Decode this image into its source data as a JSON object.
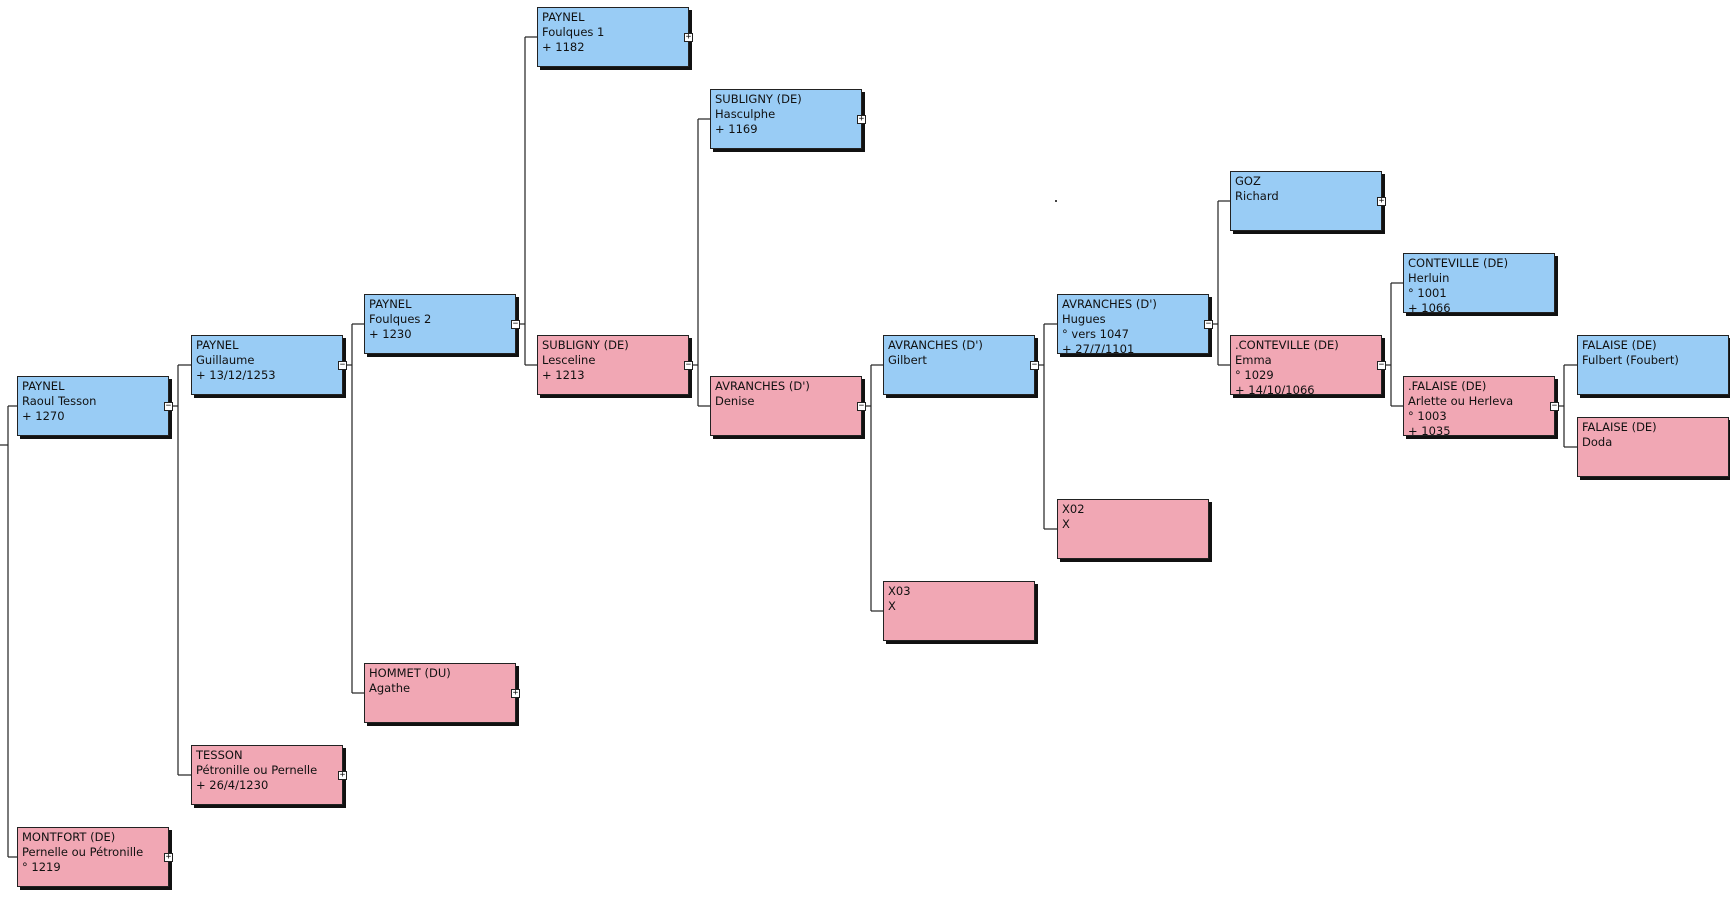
{
  "persons": [
    {
      "id": "p_raoul",
      "sex": "male",
      "lines": [
        "PAYNEL",
        "Raoul Tesson",
        "+ 1270"
      ],
      "toggle": "−"
    },
    {
      "id": "p_pernelle",
      "sex": "female",
      "lines": [
        "MONTFORT (DE)",
        "Pernelle ou Pétronille",
        "° 1219"
      ],
      "toggle": "+"
    },
    {
      "id": "p_guillaume",
      "sex": "male",
      "lines": [
        "PAYNEL",
        "Guillaume",
        "+ 13/12/1253"
      ],
      "toggle": "−"
    },
    {
      "id": "p_tesson",
      "sex": "female",
      "lines": [
        "TESSON",
        "Pétronille ou Pernelle",
        "+ 26/4/1230"
      ],
      "toggle": "+"
    },
    {
      "id": "p_foulques2",
      "sex": "male",
      "lines": [
        "PAYNEL",
        "Foulques 2",
        "+ 1230"
      ],
      "toggle": "−"
    },
    {
      "id": "p_hommet",
      "sex": "female",
      "lines": [
        "HOMMET (DU)",
        "Agathe"
      ],
      "toggle": "+"
    },
    {
      "id": "p_foulques1",
      "sex": "male",
      "lines": [
        "PAYNEL",
        "Foulques 1",
        "+ 1182"
      ],
      "toggle": "+"
    },
    {
      "id": "p_lesceline",
      "sex": "female",
      "lines": [
        "SUBLIGNY (DE)",
        "Lesceline",
        "+ 1213"
      ],
      "toggle": "−"
    },
    {
      "id": "p_hasculphe",
      "sex": "male",
      "lines": [
        "SUBLIGNY (DE)",
        "Hasculphe",
        "+ 1169"
      ],
      "toggle": "+"
    },
    {
      "id": "p_denise",
      "sex": "female",
      "lines": [
        "AVRANCHES (D')",
        "Denise"
      ],
      "toggle": "−"
    },
    {
      "id": "p_gilbert",
      "sex": "male",
      "lines": [
        "AVRANCHES (D')",
        "Gilbert"
      ],
      "toggle": "−"
    },
    {
      "id": "p_x03",
      "sex": "female",
      "lines": [
        "X03",
        "X"
      ],
      "toggle": ""
    },
    {
      "id": "p_hugues",
      "sex": "male",
      "lines": [
        "AVRANCHES (D')",
        "Hugues",
        "° vers 1047",
        "+ 27/7/1101"
      ],
      "toggle": "−"
    },
    {
      "id": "p_x02",
      "sex": "female",
      "lines": [
        "X02",
        "X"
      ],
      "toggle": ""
    },
    {
      "id": "p_richard",
      "sex": "male",
      "lines": [
        "GOZ",
        "Richard"
      ],
      "toggle": "+"
    },
    {
      "id": "p_emma",
      "sex": "female",
      "lines": [
        ".CONTEVILLE (DE)",
        "Emma",
        "° 1029",
        "+ 14/10/1066"
      ],
      "toggle": "−"
    },
    {
      "id": "p_herluin",
      "sex": "male",
      "lines": [
        "CONTEVILLE (DE)",
        "Herluin",
        "° 1001",
        "+ 1066"
      ],
      "toggle": ""
    },
    {
      "id": "p_arlette",
      "sex": "female",
      "lines": [
        ".FALAISE (DE)",
        "Arlette ou Herleva",
        "° 1003",
        "+ 1035"
      ],
      "toggle": "−"
    },
    {
      "id": "p_fulbert",
      "sex": "male",
      "lines": [
        "FALAISE (DE)",
        "Fulbert (Foubert)"
      ],
      "toggle": ""
    },
    {
      "id": "p_doda",
      "sex": "female",
      "lines": [
        "FALAISE (DE)",
        "Doda"
      ],
      "toggle": ""
    }
  ],
  "colors": {
    "male": "#99ccf5",
    "female": "#f1a7b4",
    "line": "#222222"
  }
}
